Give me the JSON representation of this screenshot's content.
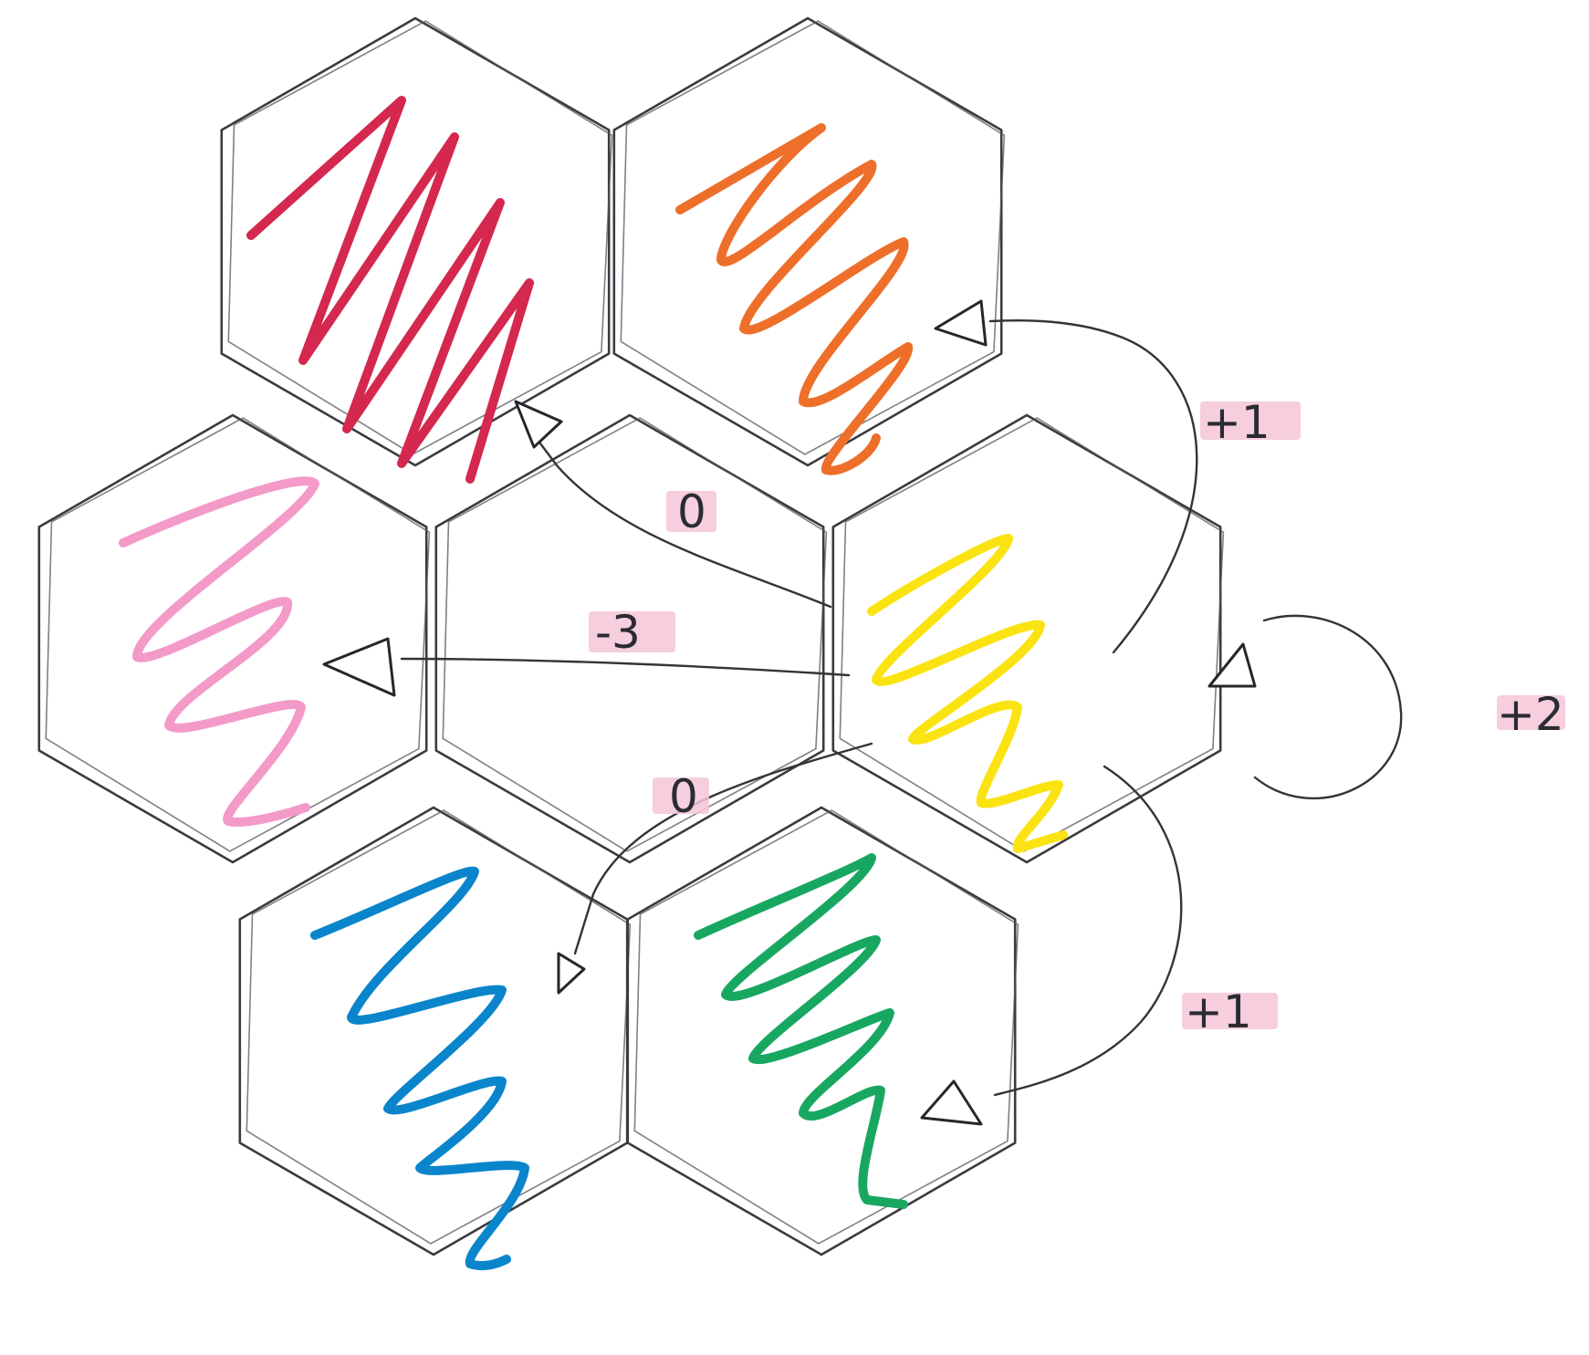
{
  "cells": [
    {
      "name": "red",
      "color": "#d4284f"
    },
    {
      "name": "orange",
      "color": "#ee6f2a"
    },
    {
      "name": "pink",
      "color": "#f39ac8"
    },
    {
      "name": "center",
      "color": null
    },
    {
      "name": "yellow",
      "color": "#fbe312"
    },
    {
      "name": "blue",
      "color": "#0a85cc"
    },
    {
      "name": "green",
      "color": "#18a761"
    }
  ],
  "arrows": [
    {
      "from": "yellow",
      "to": "red",
      "label": "0"
    },
    {
      "from": "yellow",
      "to": "pink",
      "label": "-3"
    },
    {
      "from": "yellow",
      "to": "blue",
      "label": "0"
    },
    {
      "from": "yellow",
      "to": "orange",
      "label": "+1"
    },
    {
      "from": "yellow",
      "to": "green",
      "label": "+1"
    },
    {
      "from": "yellow",
      "to": "yellow",
      "label": "+2"
    }
  ],
  "highlight_color": "#f5c6d8"
}
